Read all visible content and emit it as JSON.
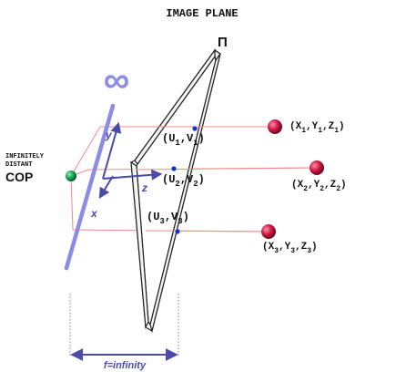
{
  "title": "IMAGE PLANE",
  "plane_label": "Π",
  "infinity_symbol": "∞",
  "cop": {
    "line1": "INFINITELY",
    "line2": "DISTANT",
    "label": "COP"
  },
  "axes": {
    "x": "x",
    "y": "y",
    "z": "z"
  },
  "focal_label": "f=infinity",
  "image_points": [
    {
      "pre": "(U",
      "sub1": "1",
      "mid": ",V",
      "sub2": "1",
      "post": ")"
    },
    {
      "pre": "(U",
      "sub1": "2",
      "mid": ",V",
      "sub2": "2",
      "post": ")"
    },
    {
      "pre": "(U",
      "sub1": "3",
      "mid": ",V",
      "sub2": "3",
      "post": ")"
    }
  ],
  "world_points": [
    {
      "pre": "(X",
      "s1": "1",
      "c1": ",Y",
      "s2": "1",
      "c2": ",Z",
      "s3": "1",
      "post": ")"
    },
    {
      "pre": "(X",
      "s1": "2",
      "c1": ",Y",
      "s2": "2",
      "c2": ",Z",
      "s3": "2",
      "post": ")"
    },
    {
      "pre": "(X",
      "s1": "3",
      "c1": ",Y",
      "s2": "3",
      "c2": ",Z",
      "s3": "3",
      "post": ")"
    }
  ],
  "colors": {
    "ray": "#f08a8a",
    "world_point": "#c8123c",
    "image_point": "#1a2fd0",
    "cop": "#1aa45a",
    "lens_line": "#8c8ce6",
    "axis": "#4a4aa8",
    "plane_frame": "#222222",
    "dotted": "#7a7ad0"
  }
}
